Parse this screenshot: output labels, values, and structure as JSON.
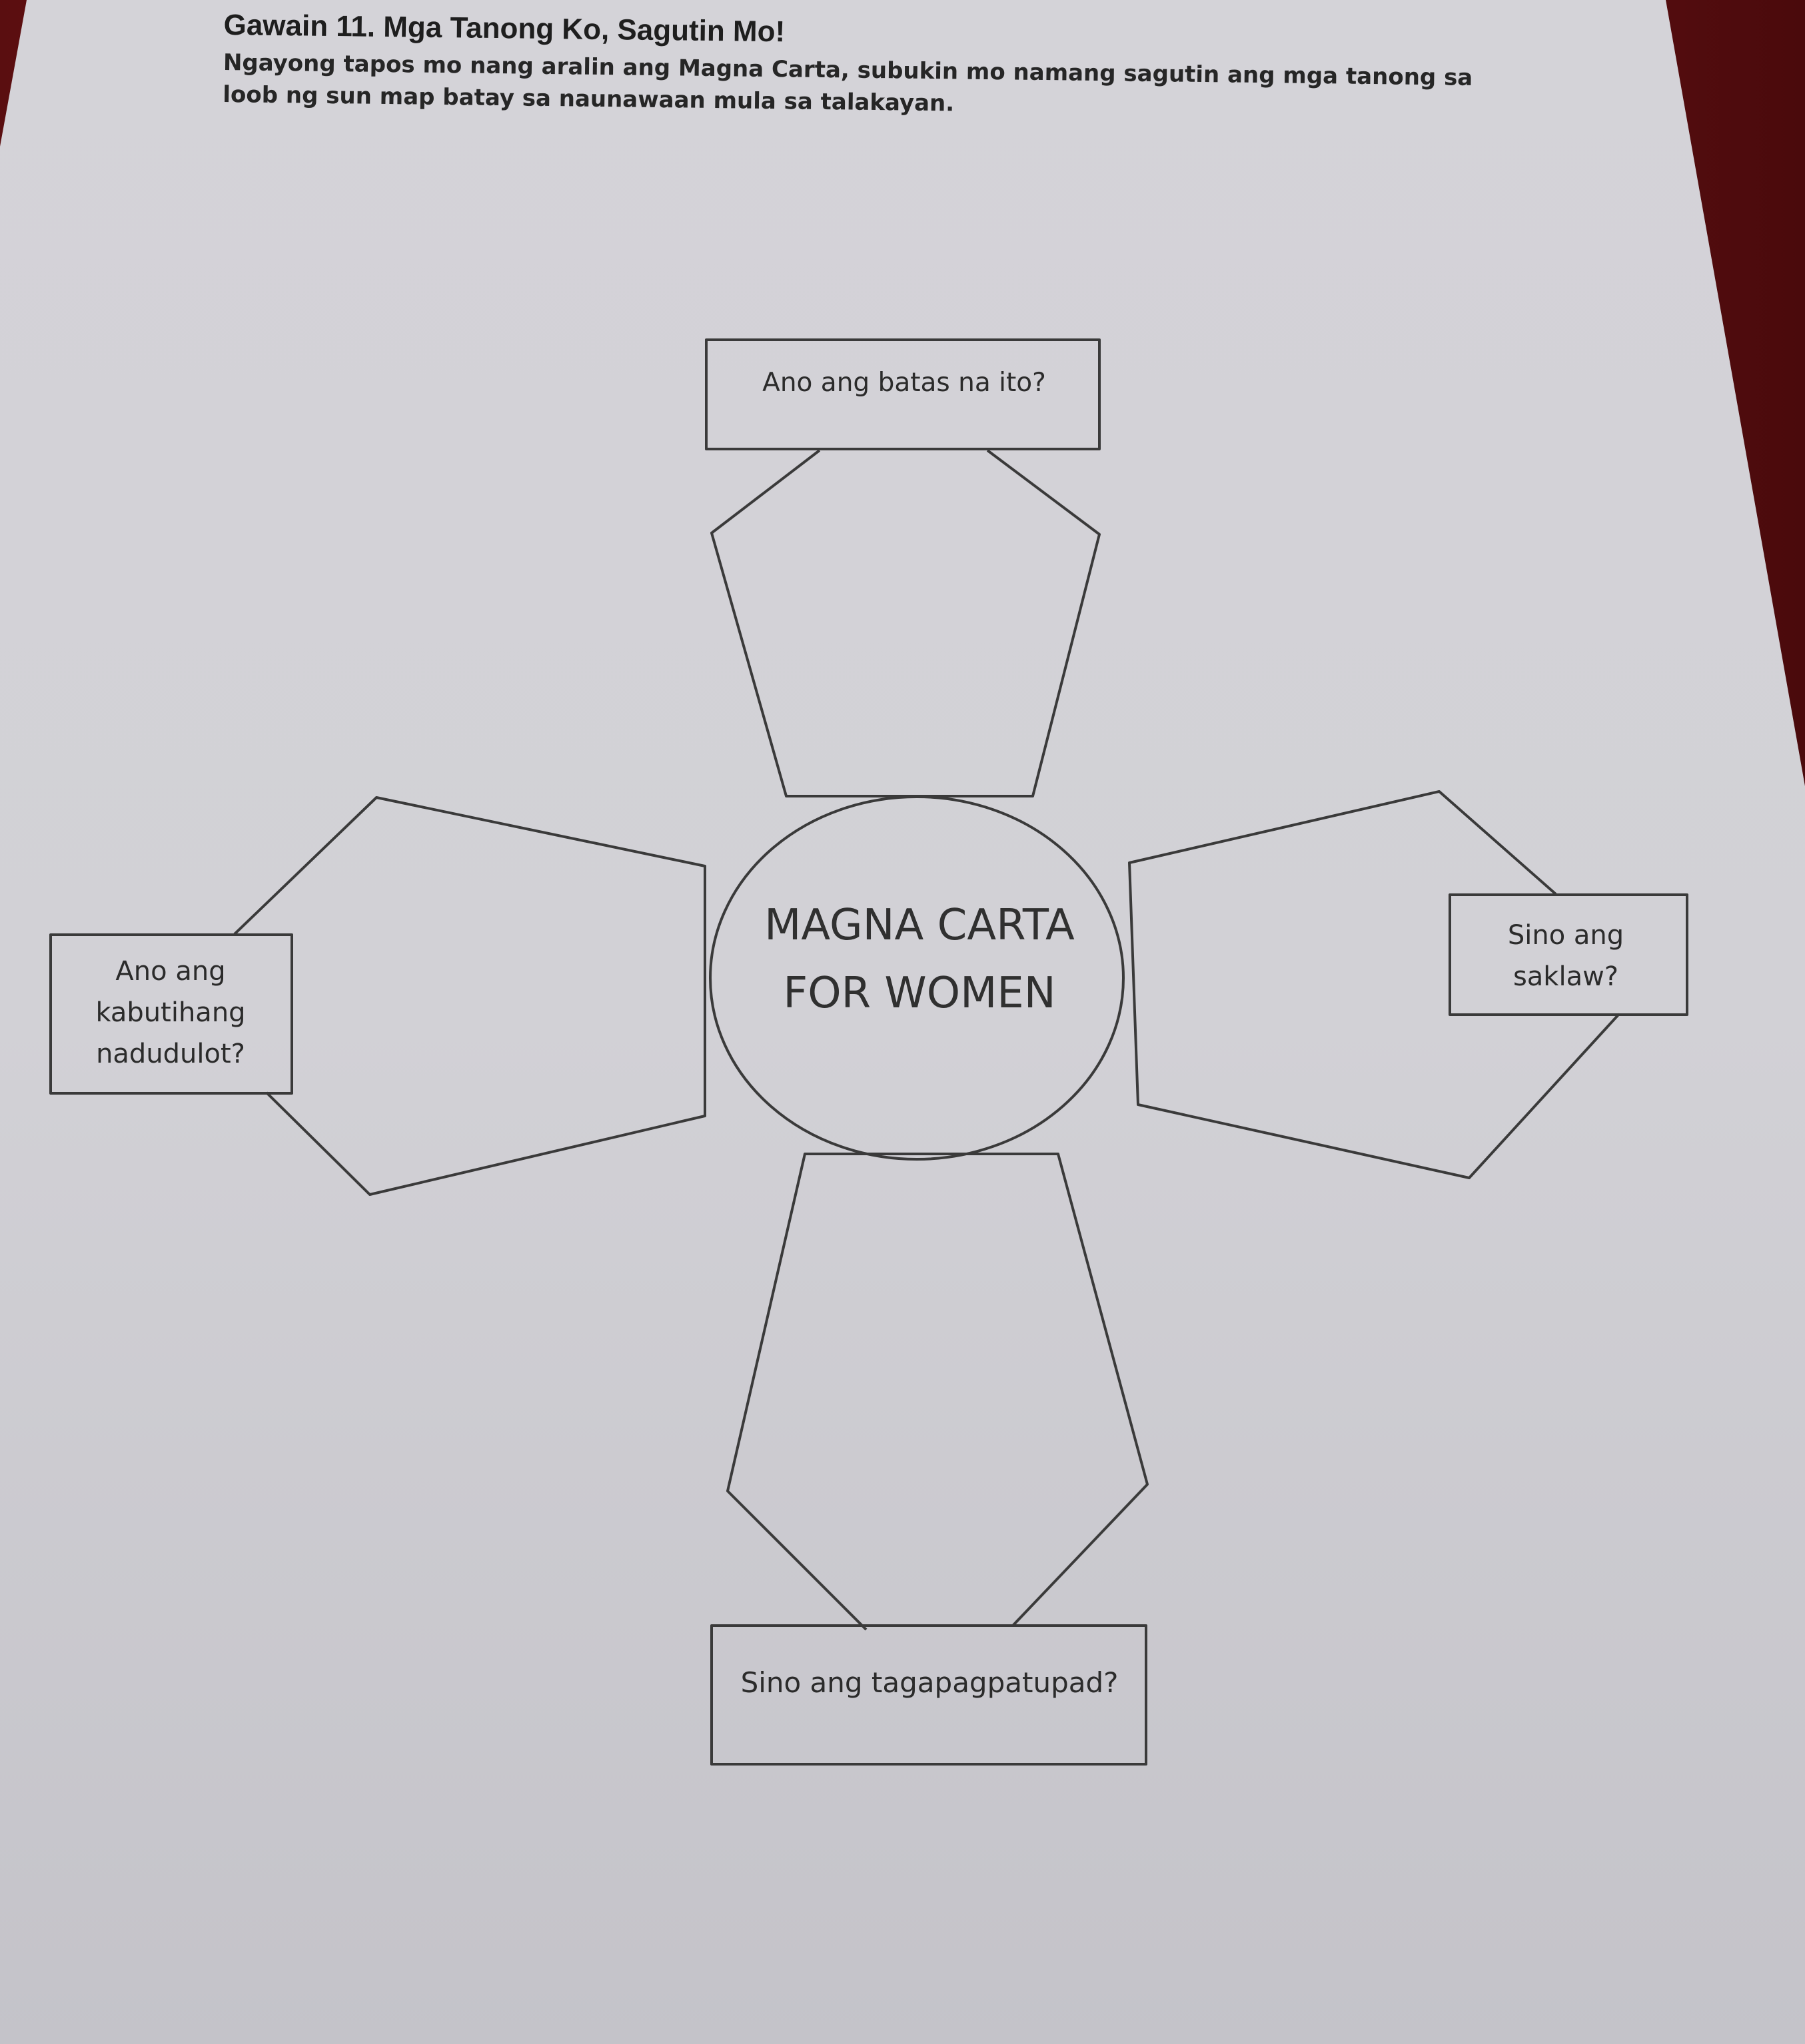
{
  "document": {
    "title": "Gawain 11. Mga Tanong Ko, Sagutin Mo!",
    "instructions": "Ngayong tapos mo nang aralin ang Magna Carta, subukin mo namang sagutin ang mga tanong sa loob ng sun map batay sa naunawaan mula sa talakayan."
  },
  "sun_map": {
    "center": "MAGNA CARTA FOR WOMEN",
    "questions": {
      "top": "Ano ang batas na ito?",
      "left": "Ano ang kabutihang nadudulot?",
      "right": "Sino ang saklaw?",
      "bottom": "Sino ang tagapagpatupad?"
    },
    "answers": {
      "top": "",
      "left": "",
      "right": "",
      "bottom": ""
    }
  },
  "colors": {
    "paper": "#d6d5da",
    "ink": "#2b2b2b",
    "background": "#7a1416"
  }
}
